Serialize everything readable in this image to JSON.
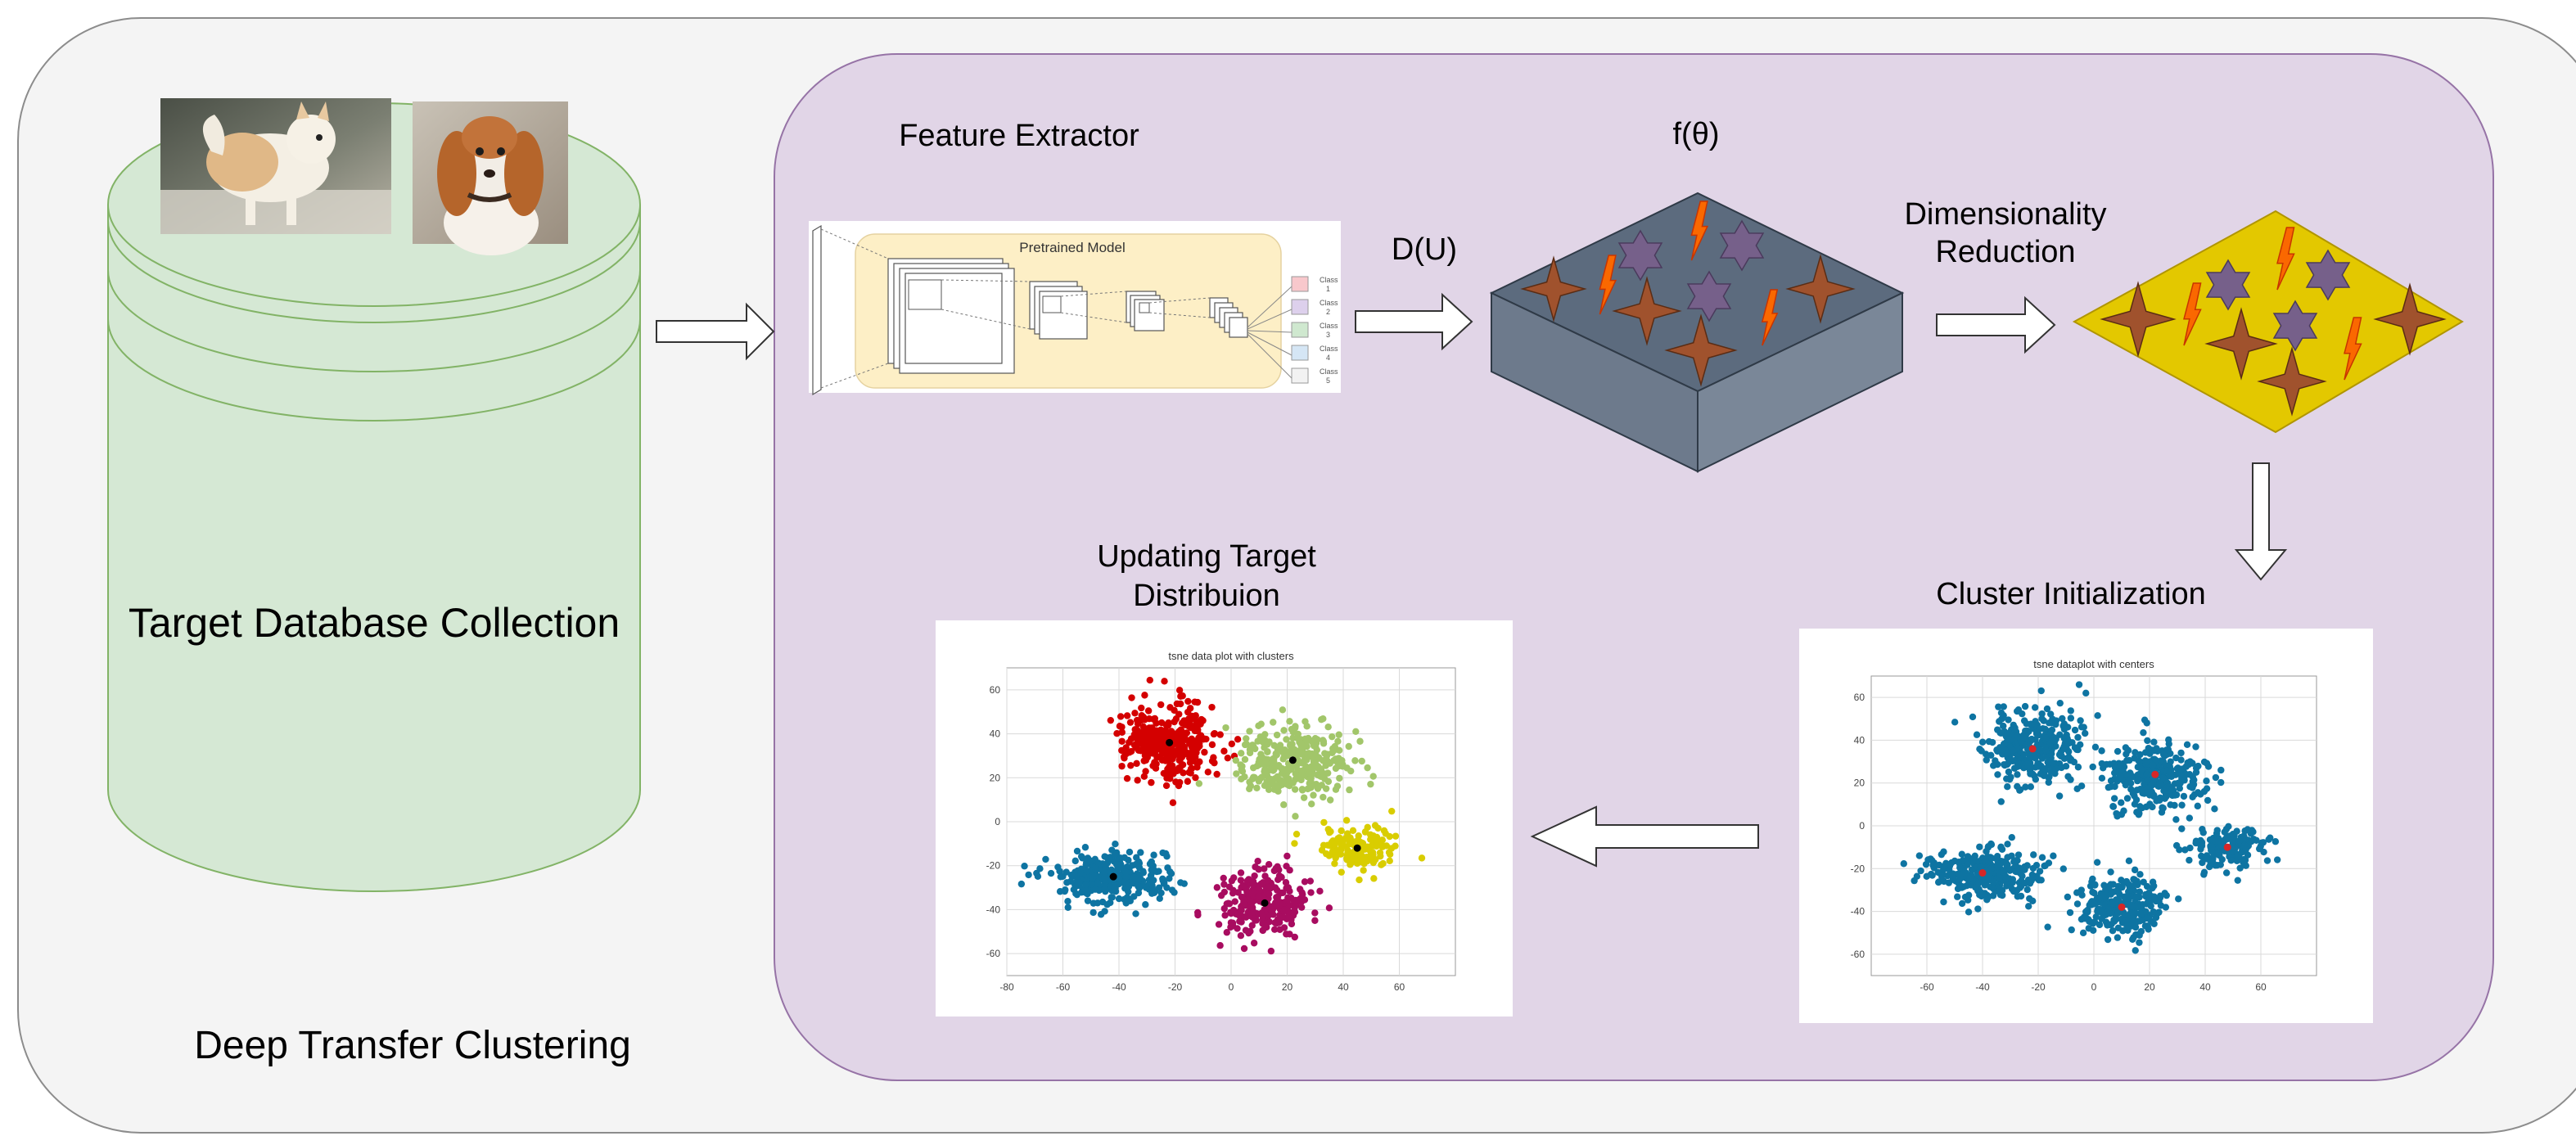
{
  "labels": {
    "feature_extractor": "Feature Extractor",
    "f_theta": "f(θ)",
    "d_u": "D(U)",
    "dimensionality_reduction_line1": "Dimensionality",
    "dimensionality_reduction_line2": "Reduction",
    "cluster_initialization": "Cluster Initialization",
    "updating_target_line1": "Updating Target",
    "updating_target_line2": "Distribuion",
    "target_database": "Target Database Collection",
    "deep_transfer_clustering": "Deep Transfer Clustering",
    "pretrained_model": "Pretrained Model"
  },
  "pretrained_classes": [
    {
      "line1": "Class",
      "line2": "1",
      "color": "#f8c8cc"
    },
    {
      "line1": "Class",
      "line2": "2",
      "color": "#ddd0ec"
    },
    {
      "line1": "Class",
      "line2": "3",
      "color": "#cfe8cf"
    },
    {
      "line1": "Class",
      "line2": "4",
      "color": "#d5e6f5"
    },
    {
      "line1": "Class",
      "line2": "5",
      "color": "#f2f2f2"
    }
  ],
  "colors": {
    "outer_bg": "#f4f4f4",
    "pipeline_bg": "#e1d5e7",
    "pipeline_border": "#9673a6",
    "database_fill": "#d5e8d4",
    "database_stroke": "#82b366",
    "cube_top": "#5c6b7e",
    "diamond": "#e3c800",
    "star4": "#a0522d",
    "star6": "#76608a",
    "bolt": "#fa6800",
    "cluster_blue": "#0e74a2",
    "cluster_red": "#d40000",
    "cluster_green": "#a2c66a",
    "cluster_yellow": "#d9cd00",
    "cluster_magenta": "#a80c60",
    "center_red": "#d62728",
    "center_black": "#000000"
  },
  "chart_data": [
    {
      "type": "scatter",
      "title": "tsne data plot with clusters",
      "xlim": [
        -80,
        80
      ],
      "ylim": [
        -70,
        70
      ],
      "xticks": [
        -80,
        -60,
        -40,
        -20,
        0,
        20,
        40,
        60
      ],
      "yticks": [
        -60,
        -40,
        -20,
        0,
        20,
        40,
        60
      ],
      "grid": true,
      "clusters": [
        {
          "color": "#d40000",
          "center": [
            -22,
            36
          ],
          "spread": [
            13,
            14
          ],
          "count": 330,
          "center_color": "#000000"
        },
        {
          "color": "#a2c66a",
          "center": [
            22,
            28
          ],
          "spread": [
            15,
            13
          ],
          "count": 300,
          "center_color": "#000000"
        },
        {
          "color": "#d9cd00",
          "center": [
            45,
            -12
          ],
          "spread": [
            11,
            8
          ],
          "count": 150,
          "center_color": "#000000"
        },
        {
          "color": "#0e74a2",
          "center": [
            -42,
            -25
          ],
          "spread": [
            17,
            9
          ],
          "count": 300,
          "center_color": "#000000"
        },
        {
          "color": "#a80c60",
          "center": [
            12,
            -37
          ],
          "spread": [
            13,
            12
          ],
          "count": 260,
          "center_color": "#000000"
        }
      ]
    },
    {
      "type": "scatter",
      "title": "tsne dataplot with centers",
      "xlim": [
        -80,
        80
      ],
      "ylim": [
        -70,
        70
      ],
      "xticks": [
        -60,
        -40,
        -20,
        0,
        20,
        40,
        60
      ],
      "yticks": [
        -60,
        -40,
        -20,
        0,
        20,
        40,
        60
      ],
      "grid": true,
      "clusters": [
        {
          "color": "#0e74a2",
          "center": [
            -22,
            36
          ],
          "spread": [
            13,
            14
          ],
          "count": 330,
          "center_color": "#d62728"
        },
        {
          "color": "#0e74a2",
          "center": [
            22,
            24
          ],
          "spread": [
            15,
            13
          ],
          "count": 300,
          "center_color": "#d62728"
        },
        {
          "color": "#0e74a2",
          "center": [
            48,
            -10
          ],
          "spread": [
            11,
            8
          ],
          "count": 150,
          "center_color": "#d62728"
        },
        {
          "color": "#0e74a2",
          "center": [
            -40,
            -22
          ],
          "spread": [
            17,
            9
          ],
          "count": 300,
          "center_color": "#d62728"
        },
        {
          "color": "#0e74a2",
          "center": [
            10,
            -38
          ],
          "spread": [
            13,
            12
          ],
          "count": 260,
          "center_color": "#d62728"
        }
      ]
    }
  ]
}
